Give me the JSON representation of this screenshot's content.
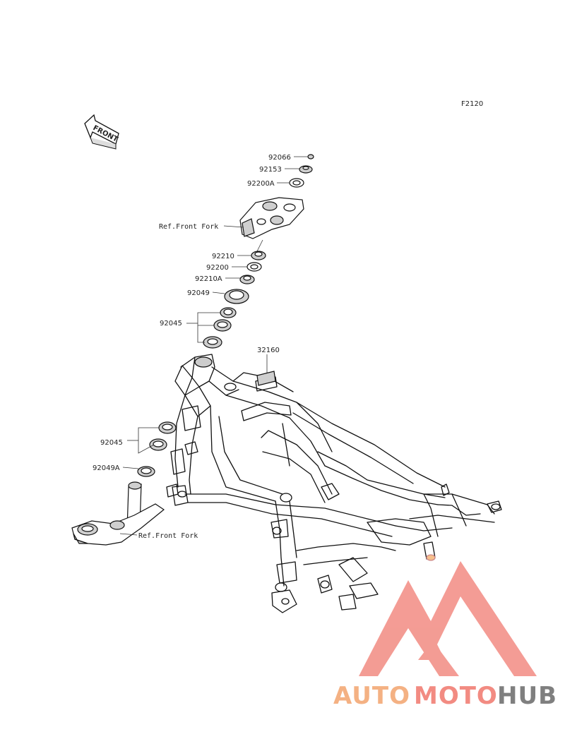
{
  "diagram": {
    "figure_code": "F2120",
    "front_arrow_label": "FRONT",
    "parts": [
      {
        "id": "p92066",
        "number": "92066"
      },
      {
        "id": "p92153",
        "number": "92153"
      },
      {
        "id": "p92200A",
        "number": "92200A"
      },
      {
        "id": "p92210",
        "number": "92210"
      },
      {
        "id": "p92200",
        "number": "92200"
      },
      {
        "id": "p92210A",
        "number": "92210A"
      },
      {
        "id": "p92049",
        "number": "92049"
      },
      {
        "id": "p92045top",
        "number": "92045"
      },
      {
        "id": "p32160",
        "number": "32160"
      },
      {
        "id": "p92045bot",
        "number": "92045"
      },
      {
        "id": "p92049A",
        "number": "92049A"
      }
    ],
    "references": {
      "upper": "Ref.Front Fork",
      "lower": "Ref.Front Fork"
    }
  },
  "watermark": {
    "brand_parts": [
      "AUTO",
      "MOTO",
      "HUB"
    ],
    "colors": {
      "auto": "#f4b183",
      "moto": "#f28b82",
      "hub": "#7f7f7f",
      "logo": "#f28b82"
    }
  }
}
